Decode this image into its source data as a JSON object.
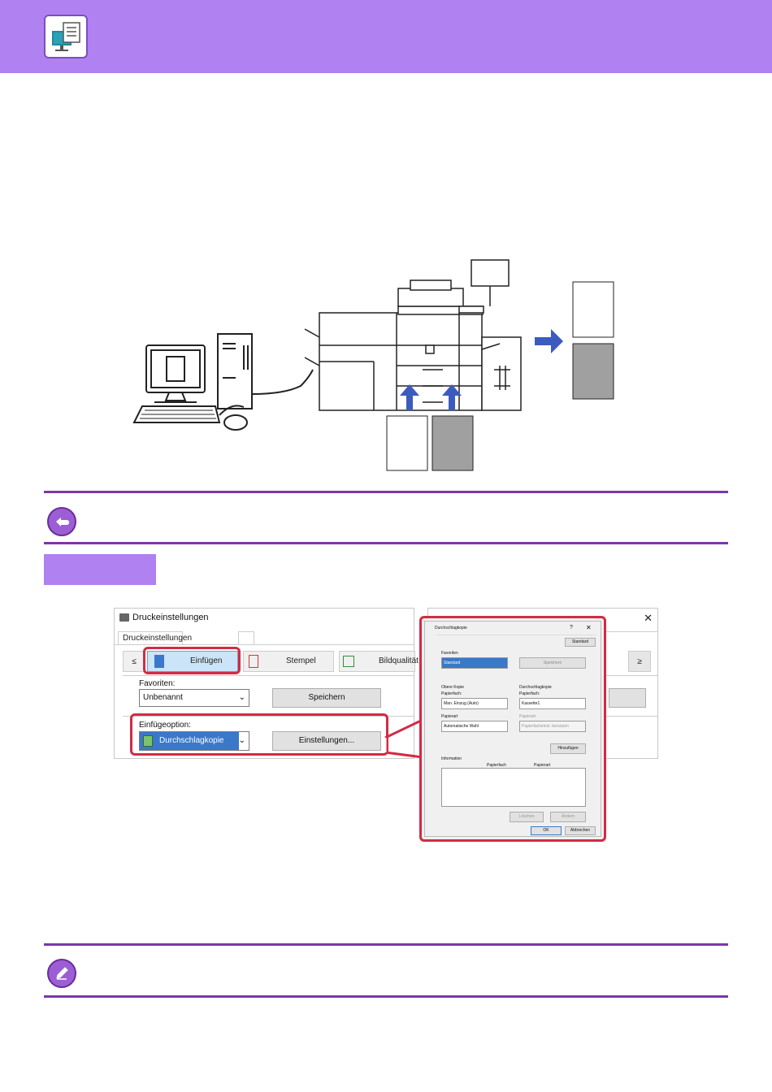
{
  "colors": {
    "header": "#b081f1",
    "accent_line": "#7b37a8",
    "highlight_red": "#d32b45",
    "selection_blue": "#3a78c9",
    "arrow_blue": "#3c5bbf",
    "paper_gray": "#a0a0a0"
  },
  "icons": {
    "header": "print-icon",
    "return": "return-arrow-icon",
    "note": "pencil-icon"
  },
  "dialog": {
    "title": "Druckeinstellungen",
    "tab": "Druckeinstellungen",
    "toolbar": {
      "prev": "≤",
      "insert": "Einfügen",
      "stamp": "Stempel",
      "quality": "Bildqualität",
      "next": "≥"
    },
    "favorites_label": "Favoriten:",
    "favorites_value": "Unbenannt",
    "save": "Speichern",
    "insert_option_label": "Einfügeoption:",
    "insert_option_value": "Durchschlagkopie",
    "settings": "Einstellungen..."
  },
  "subdialog": {
    "title": "Durchschlagkopie",
    "help": "?",
    "close": "✕",
    "default": "Standard",
    "favorites_label": "Favoriten",
    "favorites_value": "Standard",
    "save": "Speichern",
    "top_copy": "Obere Kopie",
    "carbon_copy": "Durchschlagkopie",
    "paper_tray_label": "Papierfach:",
    "paper_tray_value": "Man. Einzug (Auto)",
    "cc_tray_value": "Kassette1",
    "paper_type_label": "Papierart",
    "paper_type_value": "Automatische Wahl",
    "cc_paper_type_label": "Papierart",
    "cc_paper_type_value": "Papierfacheinst. benutzen",
    "add": "Hinzufügen",
    "info_label": "Information",
    "col_tray": "Papierfach",
    "col_type": "Papierart",
    "delete": "Löschen",
    "edit": "Ändern",
    "ok": "OK",
    "cancel": "Abbrechen"
  }
}
